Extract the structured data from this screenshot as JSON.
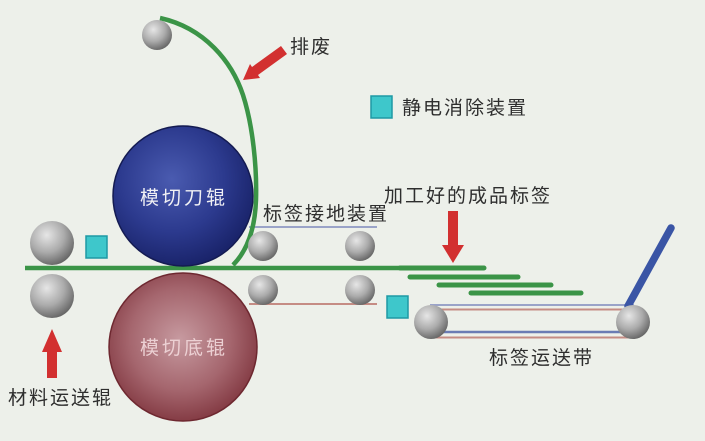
{
  "diagram": {
    "type": "process-diagram",
    "subject": "die-cutting-label-machine",
    "labels": {
      "waste": "排废",
      "static_eliminator": "静电消除装置",
      "label_grounding": "标签接地装置",
      "finished_labels": "加工好的成品标签",
      "knife_roller": "模切刀辊",
      "bottom_roller": "模切底辊",
      "material_feed_roller": "材料运送辊",
      "label_conveyor": "标签运送带"
    },
    "colors": {
      "background": "#edf0ea",
      "web_green": "#3b9447",
      "arrow_red": "#d23030",
      "device_cyan": "#3ec7cb",
      "device_cyan_border": "#1e99a4",
      "knife_center": "#4a5bb0",
      "knife_mid": "#2c3a8e",
      "knife_edge": "#161f63",
      "bottom_center": "#c79aa0",
      "bottom_mid": "#a5666e",
      "bottom_edge": "#7a2e37",
      "roller_hi": "#e6e6e6",
      "roller_mid": "#ababab",
      "roller_edge": "#636363",
      "stripper_blue": "#3a55a5",
      "belt_lavender": "#9aa3c8",
      "belt_blue": "#6b7cb4",
      "belt_salmon": "#c58c84",
      "knife_label_color": "#f0f0f4",
      "bottom_label_color": "#ecd0d3",
      "text": "#2e2e2e"
    }
  }
}
